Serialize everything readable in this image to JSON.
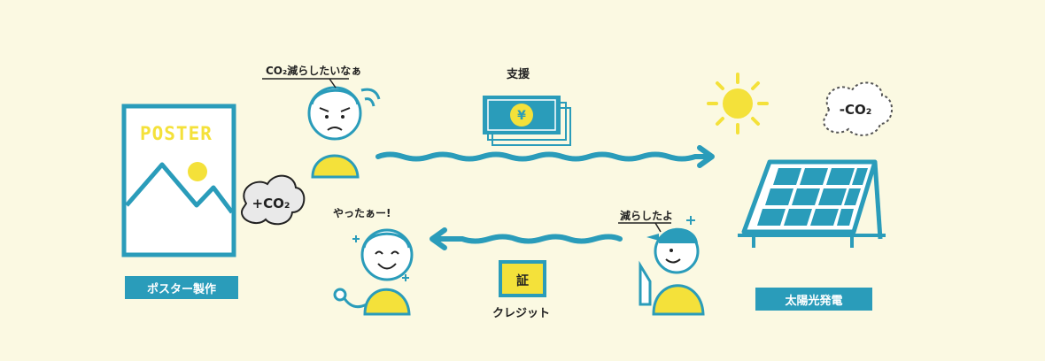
{
  "poster": {
    "label": "POSTER",
    "caption": "ポスター製作",
    "emission": "+CO₂"
  },
  "person_worried": {
    "speech": "CO₂減らしたいなぁ"
  },
  "support": {
    "label": "支援",
    "symbol": "¥"
  },
  "solar": {
    "caption": "太陽光発電",
    "reduction": "-CO₂"
  },
  "installer": {
    "speech": "減らしたよ"
  },
  "person_happy": {
    "speech": "やったぁー!"
  },
  "credit": {
    "label": "クレジット",
    "symbol": "証"
  },
  "colors": {
    "blue": "#2a9cba",
    "yellow": "#f4e13a",
    "background": "#fbf9e2",
    "skin": "#ffffff",
    "ink": "#222222"
  }
}
